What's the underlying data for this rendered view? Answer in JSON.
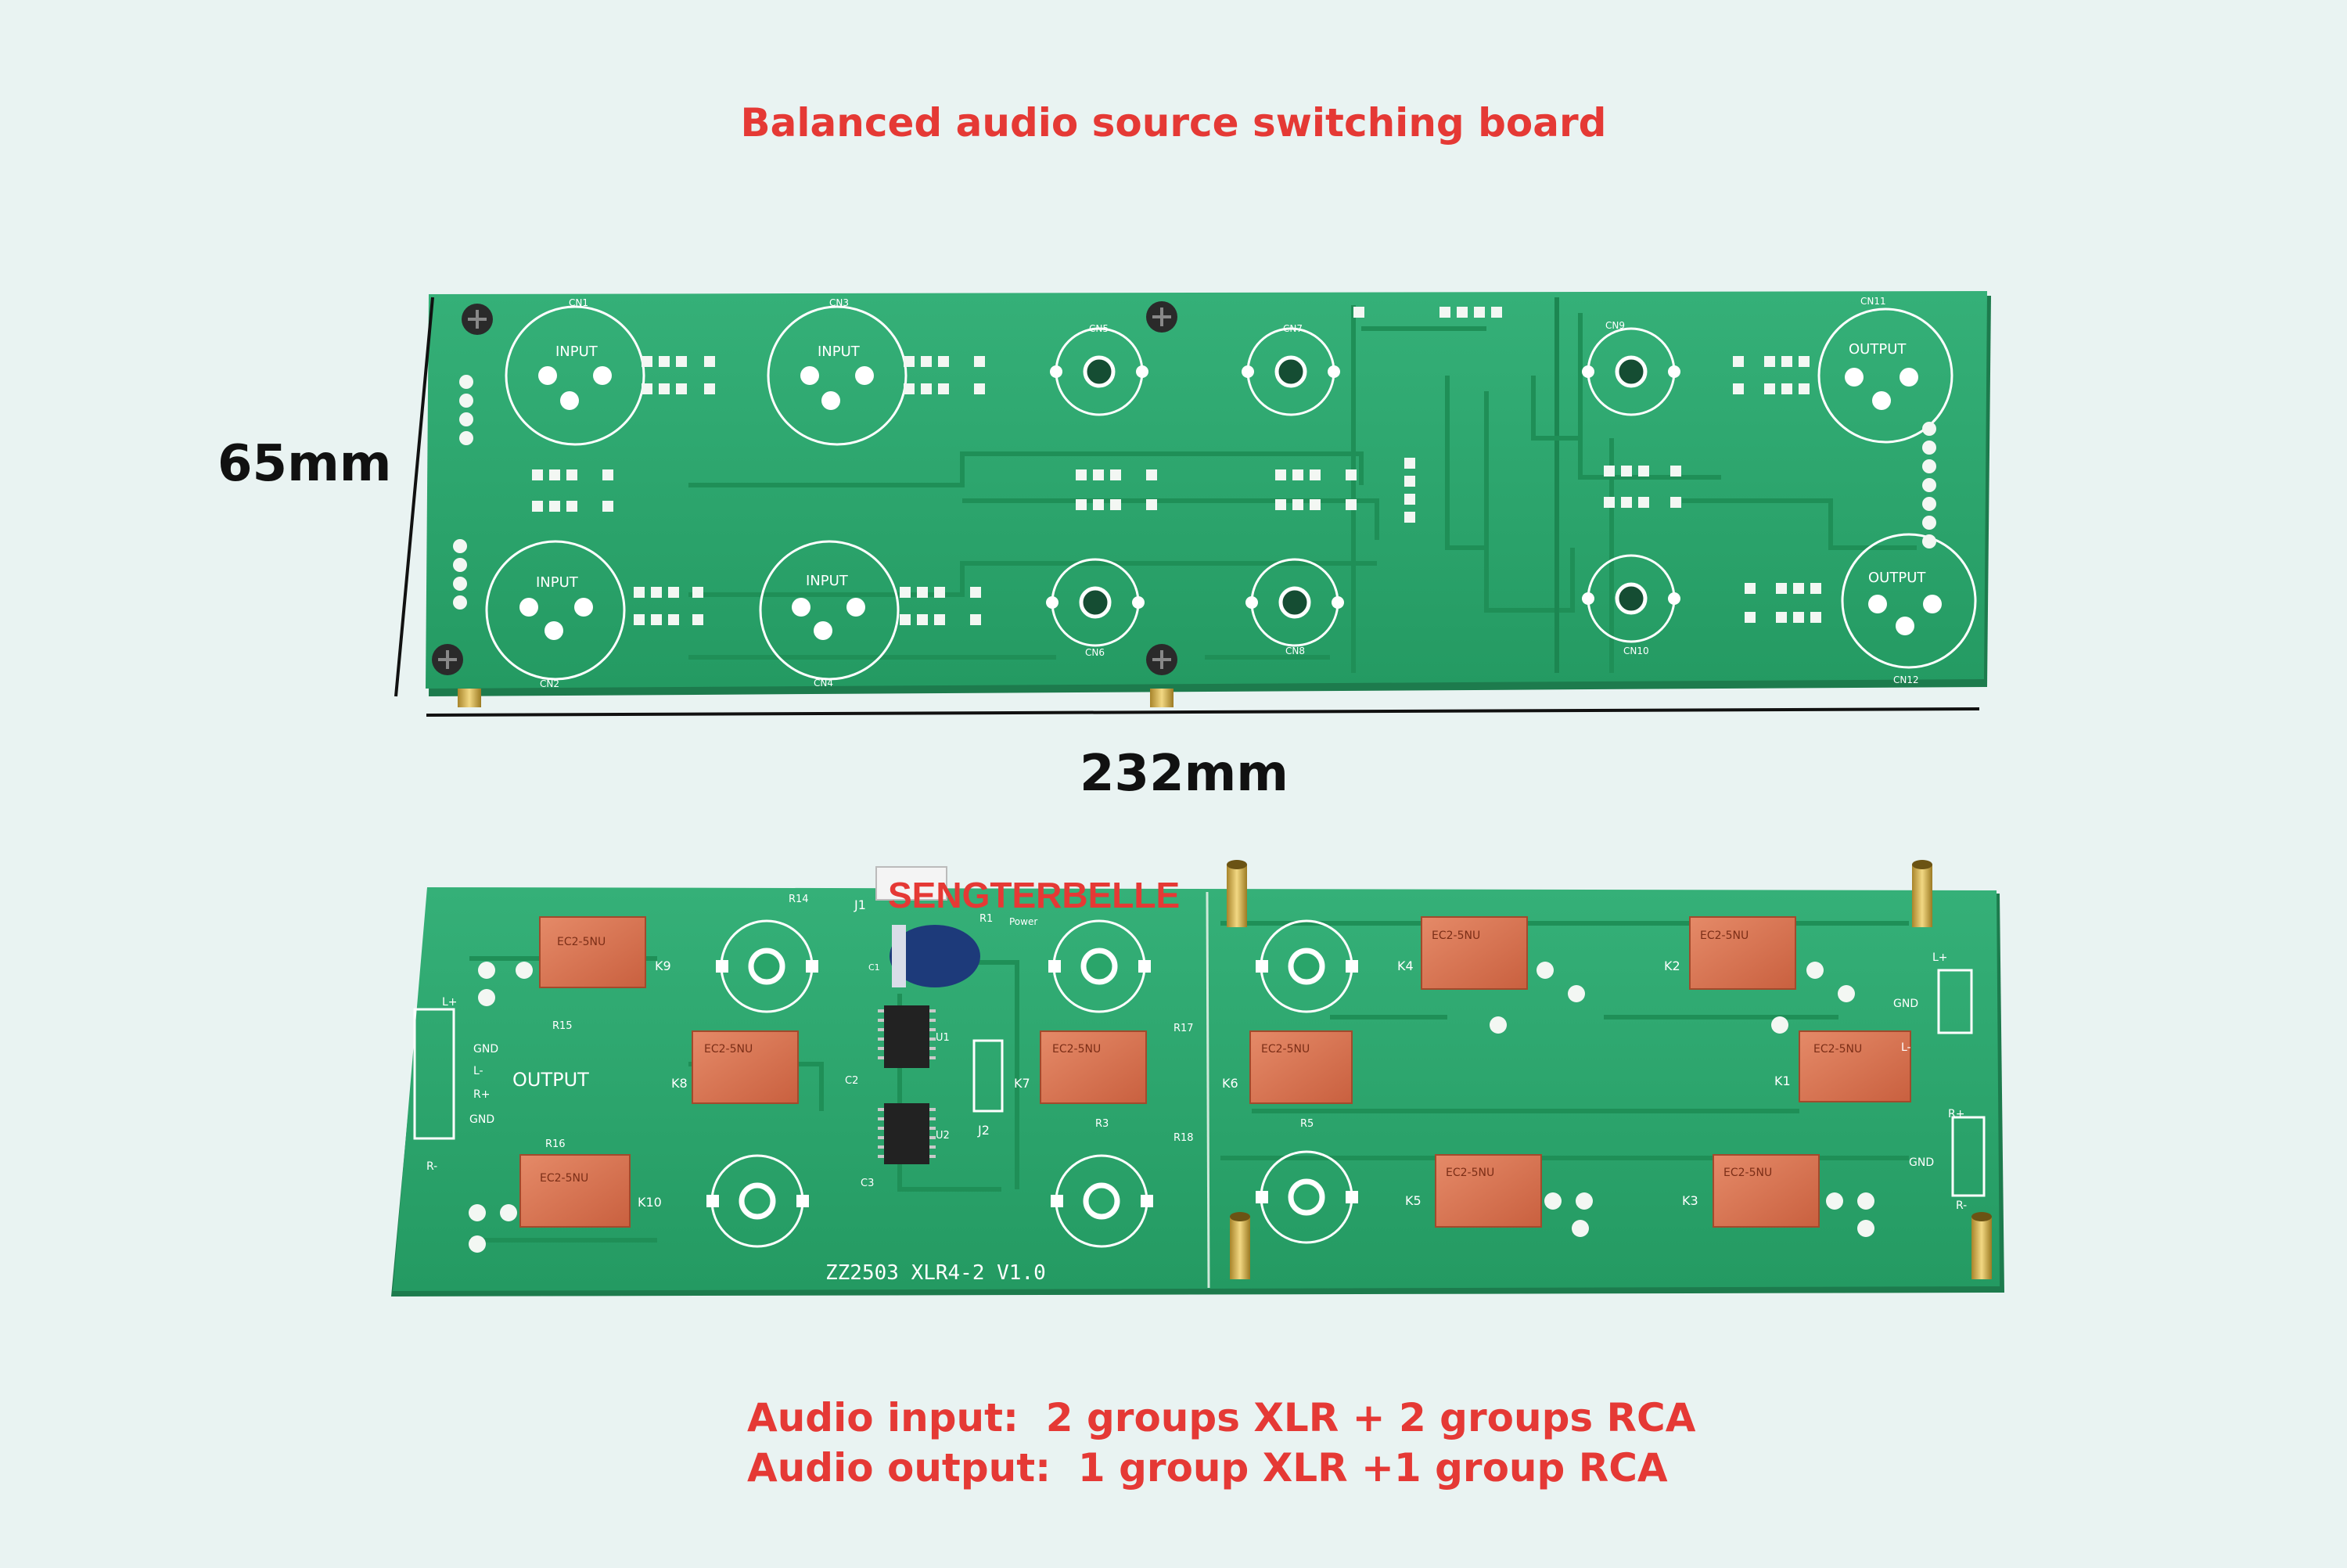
{
  "title": "Balanced audio source switching board",
  "dimension_height": "65mm",
  "dimension_width": "232mm",
  "brand": "SENGTERBELLE",
  "specs": {
    "line1": "Audio input:  2 groups XLR + 2 groups RCA",
    "line2": "Audio output:  1 group XLR +1 group RCA"
  },
  "colors": {
    "pcb": "#2aa56a",
    "caption": "#e53935",
    "relay": "#d9704e",
    "background": "#e9f3f2"
  },
  "top_board": {
    "labels": {
      "input": "INPUT",
      "output": "OUTPUT",
      "cn1": "CN1",
      "cn2": "CN2",
      "cn3": "CN3",
      "cn4": "CN4",
      "cn5": "CN5",
      "cn6": "CN6",
      "cn7": "CN7",
      "cn8": "CN8",
      "cn9": "CN9",
      "cn10": "CN10",
      "cn11": "CN11",
      "cn12": "CN12"
    }
  },
  "bottom_board": {
    "labels": {
      "output": "OUTPUT",
      "silkscreen": "ZZ2503 XLR4-2 V1.0",
      "lplus": "L+",
      "gnd": "GND",
      "lminus": "L-",
      "rplus": "R+",
      "rminus": "R-",
      "k1": "K1",
      "k2": "K2",
      "k3": "K3",
      "k4": "K4",
      "k5": "K5",
      "k6": "K6",
      "k7": "K7",
      "k8": "K8",
      "k9": "K9",
      "k10": "K10",
      "j1": "J1",
      "j2": "J2",
      "u1": "U1",
      "u2": "U2",
      "c1": "C1",
      "c2": "C2",
      "c3": "C3",
      "r1": "R1",
      "r3": "R3",
      "r5": "R5",
      "r14": "R14",
      "r15": "R15",
      "r16": "R16",
      "r17": "R17",
      "r18": "R18",
      "power": "Power",
      "relay_mark": "EC2-5NU"
    }
  }
}
